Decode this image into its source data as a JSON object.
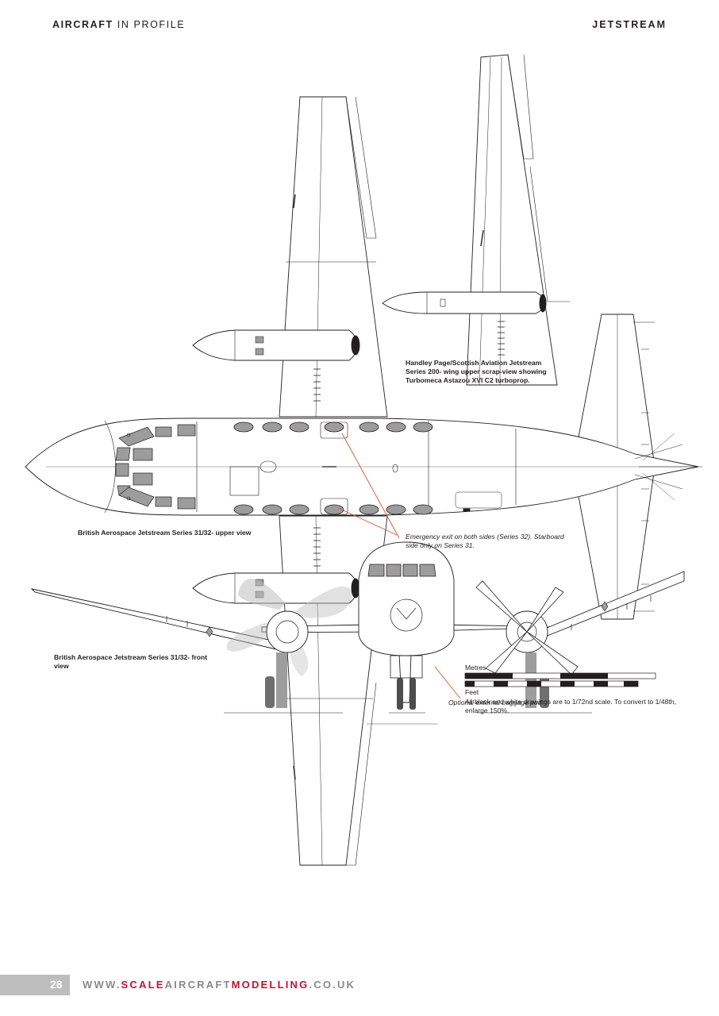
{
  "header": {
    "left_bold": "AIRCRAFT",
    "left_rest": " IN PROFILE",
    "right": "JETSTREAM"
  },
  "captions": {
    "series200": "Handley Page/Scottish Aviation Jetstream Series 200- wing upper scrap-view showing Turbomeca Astazou XVI C2 turboprop.",
    "upper_view": "British Aerospace Jetstream Series 31/32- upper view",
    "emergency_exit": "Emergency exit on both sides (Series 32). Starboard side only on Series 31.",
    "front_view": "British Aerospace Jetstream Series 31/32- front view",
    "baggage_pod": "Optional external baggage pod"
  },
  "scale": {
    "metres_label": "Metres",
    "feet_label": "Feet",
    "note": "All black and white drawings are to 1/72nd scale. To convert to 1/48th, enlarge 150%."
  },
  "footer": {
    "page_number": "28",
    "url_prefix": "WWW.",
    "url_scale": "SCALE",
    "url_aircraft": "AIRCRAFT",
    "url_modelling": "MODELLING",
    "url_suffix": ".CO.UK"
  },
  "colors": {
    "line": "#231f20",
    "leader": "#e0502e",
    "window_fill": "#9c9c9c",
    "brand_red": "#c8102e",
    "footer_grey": "#8a8a8a",
    "page_tab": "#bdbdbd"
  }
}
